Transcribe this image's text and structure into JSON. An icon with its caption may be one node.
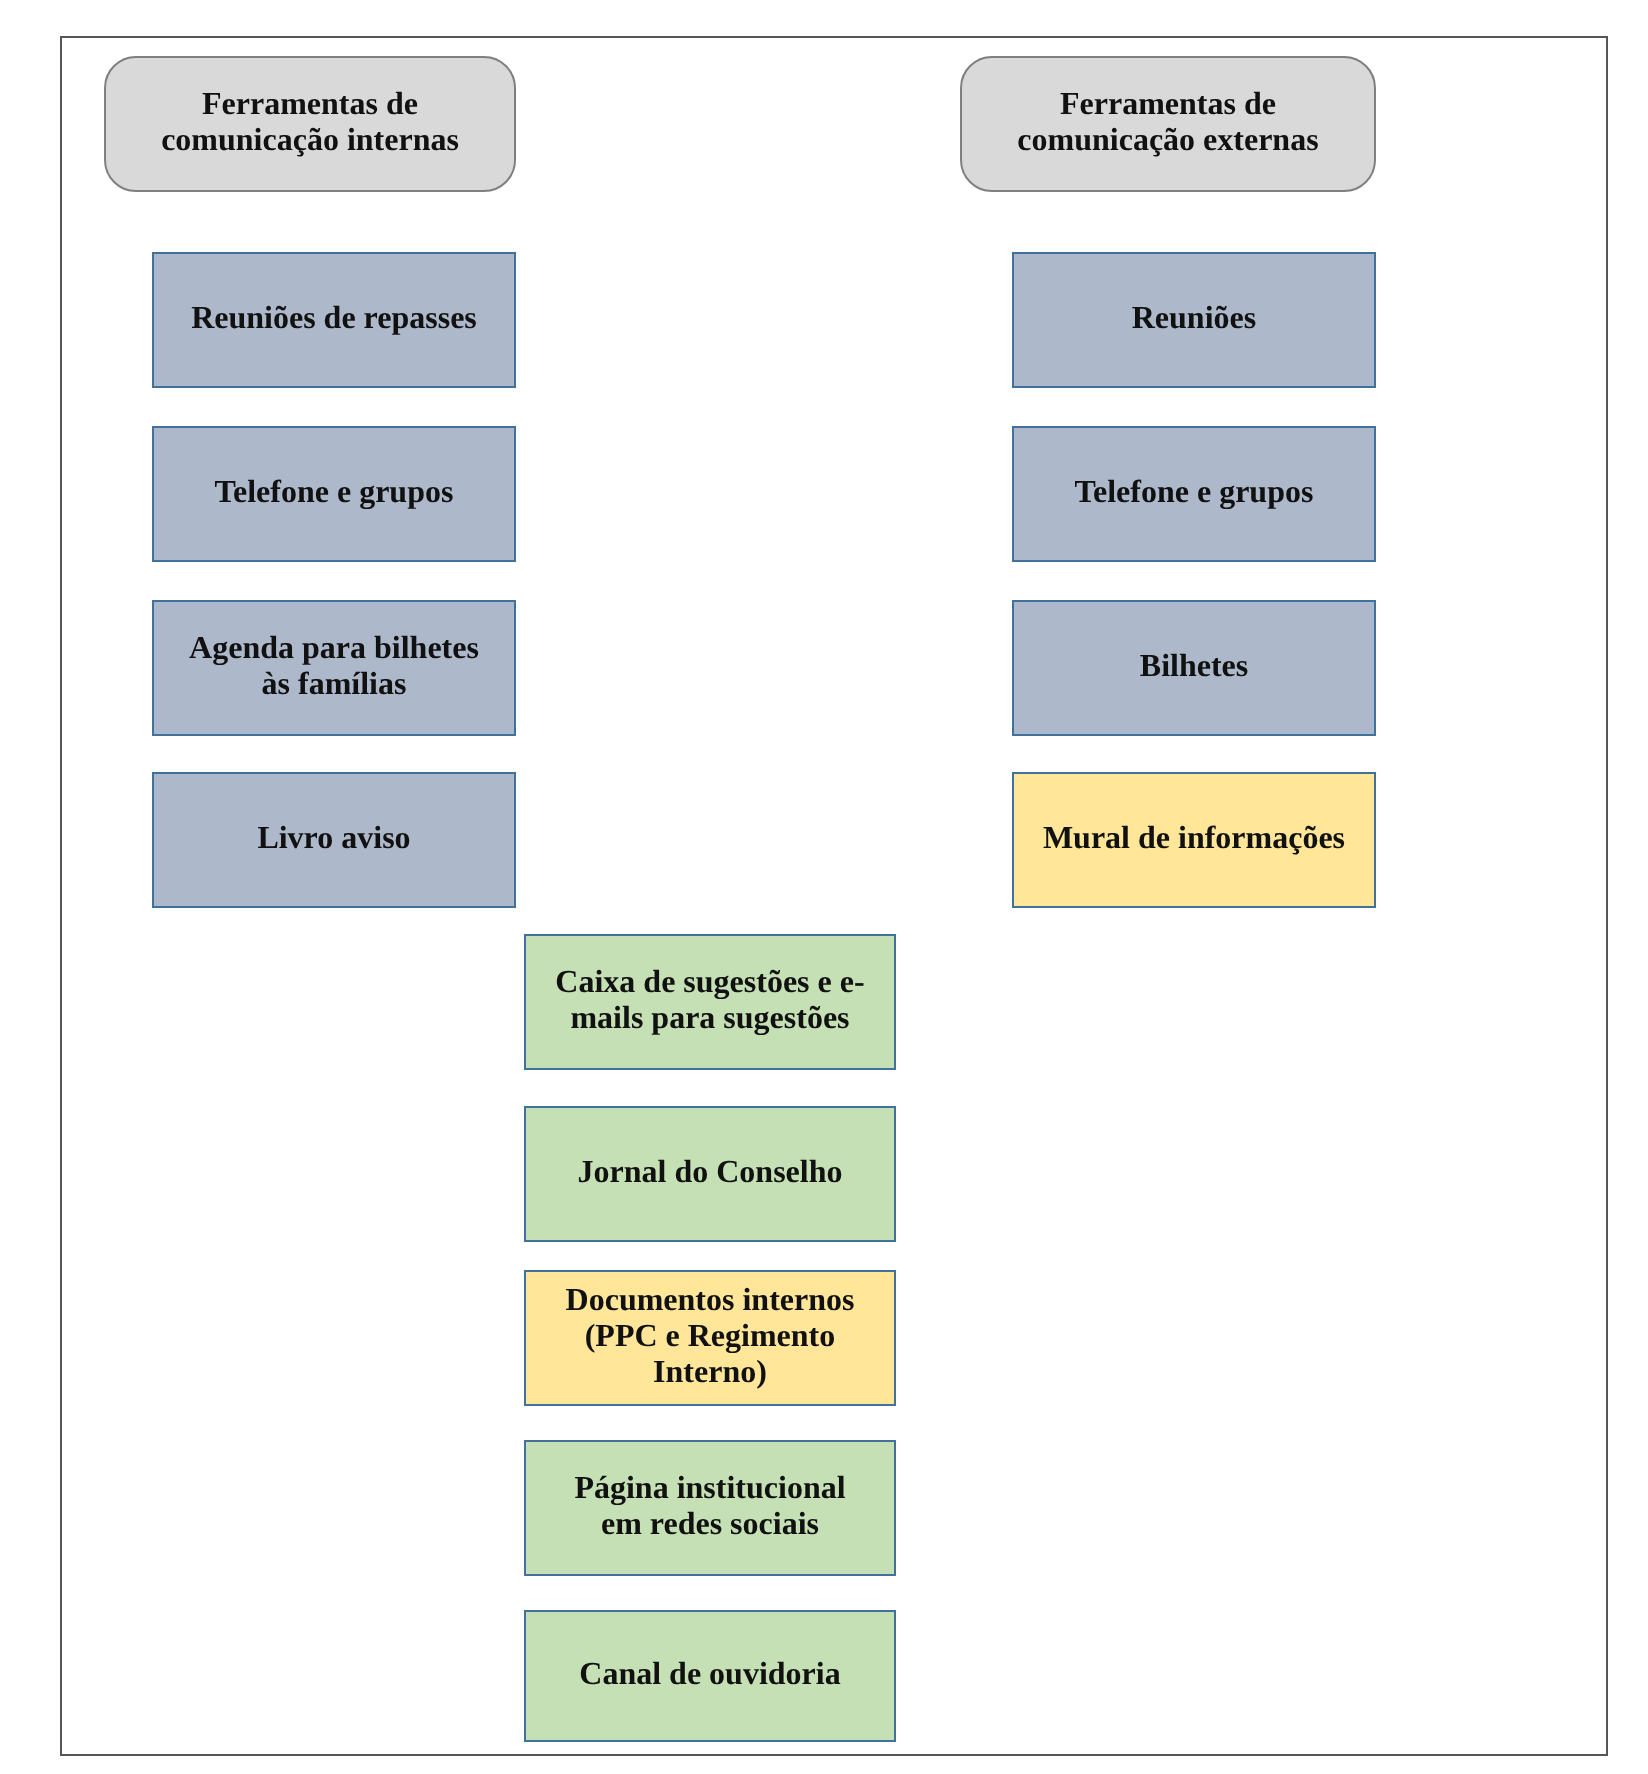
{
  "diagram": {
    "nodes": [
      {
        "text": [
          "Ferramentas de comunicação internas"
        ]
      },
      {
        "text": [
          "Ferramentas de comunicação externas"
        ]
      },
      {
        "text": [
          "Reuniões de repasses"
        ]
      },
      {
        "text": [
          "Reuniões"
        ]
      },
      {
        "text": [
          "Telefone e grupos"
        ]
      },
      {
        "text": [
          "Telefone e grupos"
        ]
      },
      {
        "text": [
          "Agenda para bilhetes às famílias"
        ]
      },
      {
        "text": [
          "Bilhetes"
        ]
      },
      {
        "text": [
          "Livro aviso"
        ]
      },
      {
        "text": [
          "Mural de informações"
        ]
      },
      {
        "text": [
          "Caixa de sugestões e e-mails para sugestões"
        ]
      },
      {
        "text": [
          "Jornal do Conselho"
        ]
      },
      {
        "text": [
          "Documentos internos (PPC e Regimento Interno)"
        ]
      },
      {
        "text": [
          "Página institucional em redes sociais"
        ]
      },
      {
        "text": [
          "Canal de ouvidoria"
        ]
      }
    ],
    "edges": []
  }
}
